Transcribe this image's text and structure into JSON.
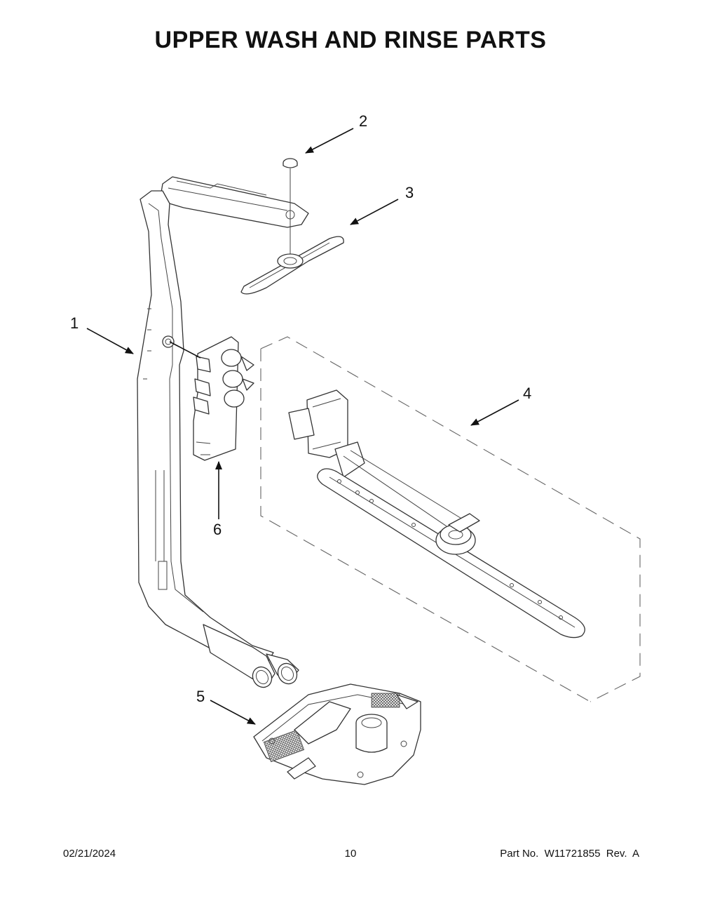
{
  "title": "UPPER WASH AND RINSE PARTS",
  "callouts": [
    "1",
    "2",
    "3",
    "4",
    "5",
    "6"
  ],
  "footer": {
    "date": "02/21/2024",
    "page": "10",
    "part_no": "Part No.  W11721855  Rev.  A"
  }
}
